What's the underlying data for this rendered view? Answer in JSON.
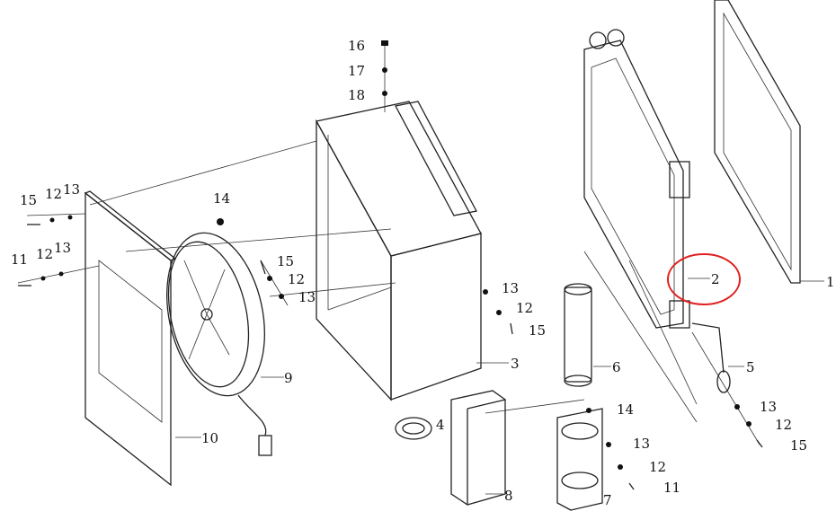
{
  "callouts": [
    "16",
    "17",
    "18",
    "15",
    "12",
    "13",
    "11",
    "12",
    "13",
    "14",
    "15",
    "12",
    "13",
    "10",
    "9",
    "13",
    "12",
    "15",
    "3",
    "4",
    "8",
    "6",
    "14",
    "13",
    "12",
    "11",
    "7",
    "2",
    "1",
    "5",
    "13",
    "12",
    "15"
  ],
  "highlight": {
    "part": "2",
    "color": "#e02020"
  }
}
